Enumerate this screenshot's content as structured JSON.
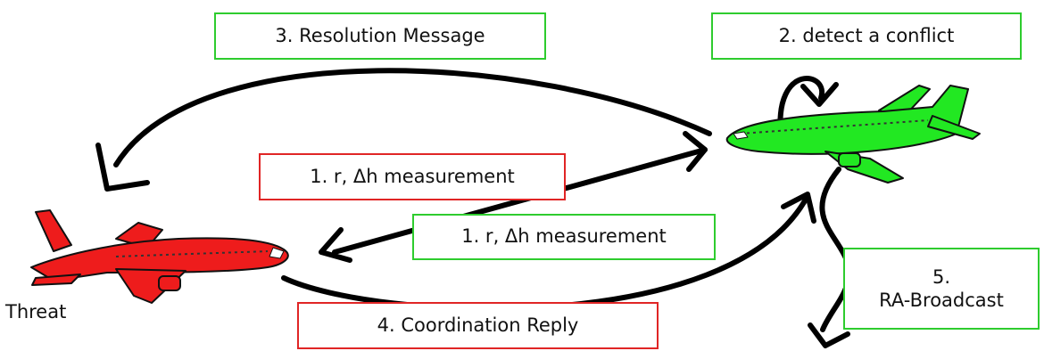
{
  "colors": {
    "green_border": "#2ecc2e",
    "red_border": "#e02525",
    "own_aircraft": "#22e822",
    "threat_aircraft": "#ee1c1c",
    "arrow": "#000000"
  },
  "aircraft": {
    "own": {
      "icon": "green-airplane-icon"
    },
    "threat": {
      "icon": "red-airplane-icon",
      "label": "Threat"
    }
  },
  "labels": {
    "resolution_message": "3. Resolution Message",
    "detect_conflict": "2. detect a conflict",
    "measurement_red": "1. r, Δh measurement",
    "measurement_green": "1. r, Δh measurement",
    "coordination_reply": "4. Coordination Reply",
    "ra_broadcast_num": "5.",
    "ra_broadcast_text": "RA-Broadcast"
  }
}
